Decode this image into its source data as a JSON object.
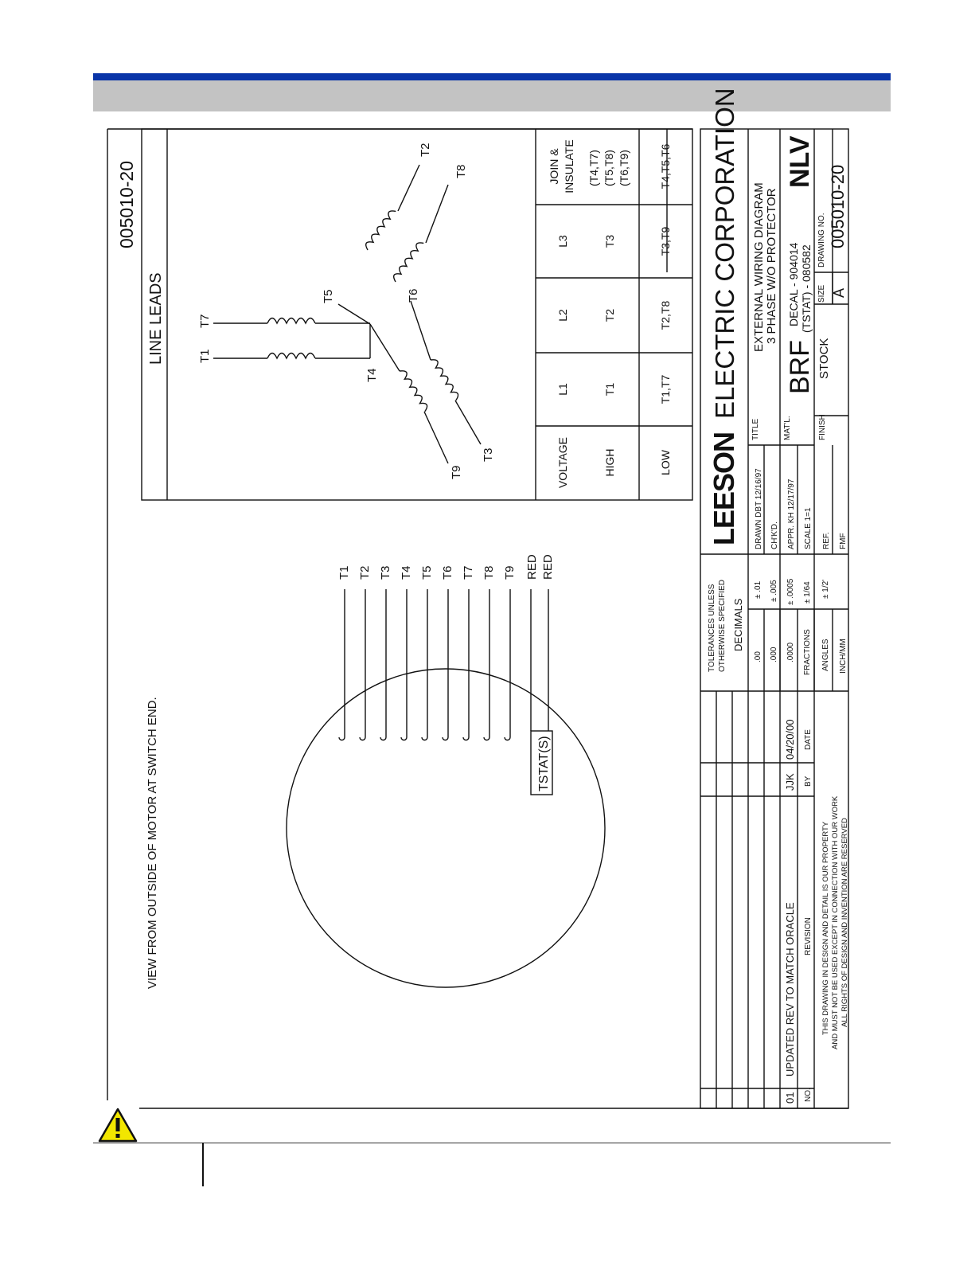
{
  "header": {
    "bar_color": "#0a35a8",
    "band_color": "#c3c3c3"
  },
  "drawing": {
    "drawing_number_top": "005010-20",
    "line_leads_title": "LINE LEADS",
    "view_note": "VIEW FROM OUTSIDE OF MOTOR AT SWITCH END.",
    "wye": {
      "T1": "T1",
      "T2": "T2",
      "T3": "T3",
      "T4": "T4",
      "T5": "T5",
      "T6": "T6",
      "T7": "T7",
      "T8": "T8",
      "T9": "T9"
    },
    "motor_leads": [
      "T1",
      "T2",
      "T3",
      "T4",
      "T5",
      "T6",
      "T7",
      "T8",
      "T9",
      "RED",
      "RED"
    ],
    "tstat_label": "TSTAT(S)",
    "connection_table": {
      "headers": [
        "VOLTAGE",
        "L1",
        "L2",
        "L3",
        "JOIN &",
        "INSULATE"
      ],
      "high": [
        "HIGH",
        "T1",
        "T2",
        "T3",
        "(T4,T7)",
        "(T5,T8)",
        "(T6,T9)"
      ],
      "low": [
        "LOW",
        "T1,T7",
        "T2,T8",
        "T3,T9",
        "T4,T5,T6"
      ]
    },
    "title_block": {
      "logo_bold": "LEESON",
      "logo_light": "ELECTRIC CORPORATION",
      "title_label": "TITLE",
      "title_line1": "EXTERNAL WIRING DIAGRAM",
      "title_line2": "3 PHASE W/O PROTECTOR",
      "matl_label": "MAT'L.",
      "brf": "BRF",
      "decal": "DECAL - 904014",
      "tstat_no": "(TSTAT) - 080582",
      "nlv": "NLV",
      "finish_label": "FINISH",
      "stock": "STOCK",
      "size_label": "SIZE",
      "size": "A",
      "drawing_no_label": "DRAWING NO.",
      "drawing_no": "005010-20",
      "drawn": "DRAWN DBT 12/16/97",
      "chkd": "CH'K'D.",
      "appr": "APPR.   KH 12/17/97",
      "scale": "SCALE   1=1",
      "ref": "REF.",
      "fmf": "FMF",
      "tol_line1": "TOLERANCES UNLESS",
      "tol_line2": "OTHERWISE SPECIFIED",
      "decimals": "DECIMALS",
      "tol_rows": [
        [
          ".00",
          "± .01"
        ],
        [
          ".000",
          "± .005"
        ],
        [
          ".0000",
          "± .0005"
        ],
        [
          "FRACTIONS",
          "± 1/64"
        ],
        [
          "ANGLES",
          "± 1/2'"
        ],
        [
          "INCH/MM",
          ""
        ]
      ],
      "rev_no": "01",
      "rev_desc": "UPDATED REV TO MATCH ORACLE",
      "rev_by": "JJK",
      "rev_date": "04/20/00",
      "col_no": "NO.",
      "col_revision": "REVISION",
      "col_by": "BY",
      "col_date": "DATE",
      "notice1": "THIS DRAWING IN DESIGN AND DETAIL IS OUR PROPERTY",
      "notice2": "AND MUST NOT BE USED EXCEPT IN CONNECTION WITH OUR WORK",
      "notice3": "ALL RIGHTS OF DESIGN AND INVENTION ARE RESERVED"
    }
  }
}
